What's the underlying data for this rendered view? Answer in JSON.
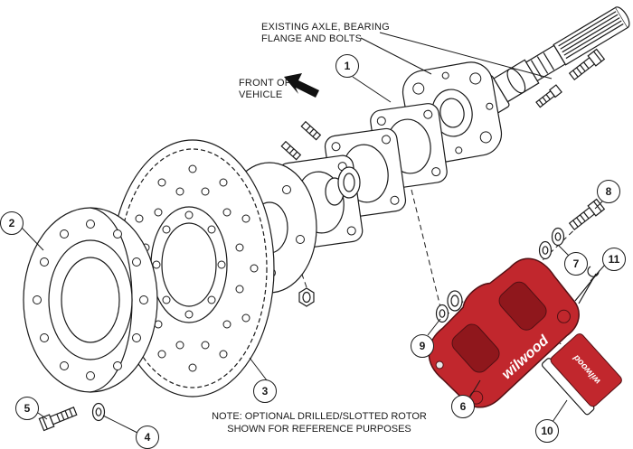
{
  "diagram": {
    "background": "#ffffff",
    "line_color": "#1a1a1a",
    "caliper_color": "#c1272d"
  },
  "labels": {
    "axle_line1": "EXISTING AXLE, BEARING",
    "axle_line2": "FLANGE AND BOLTS",
    "front_line1": "FRONT OF",
    "front_line2": "VEHICLE",
    "note_line1": "NOTE: OPTIONAL DRILLED/SLOTTED ROTOR",
    "note_line2": "SHOWN FOR REFERENCE PURPOSES"
  },
  "brand": {
    "caliper": "wilwood",
    "pad": "wilwood"
  },
  "callouts": [
    "1",
    "2",
    "3",
    "4",
    "5",
    "6",
    "7",
    "8",
    "9",
    "10",
    "11"
  ]
}
